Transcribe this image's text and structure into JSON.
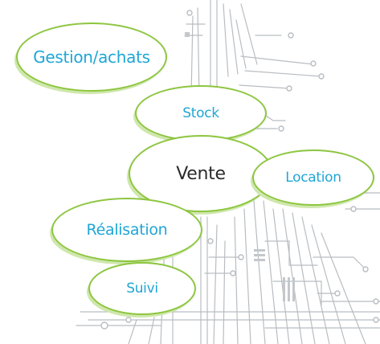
{
  "bubbles": {
    "gestion": "Gestion/achats",
    "stock": "Stock",
    "vente": "Vente",
    "location": "Location",
    "realisation": "Réalisation",
    "suivi": "Suivi"
  },
  "colors": {
    "bubble_border": "#8dc63f",
    "label_blue": "#1fa6d6",
    "label_dark": "#2b2b2b",
    "circuit": "#b9bdc1"
  }
}
